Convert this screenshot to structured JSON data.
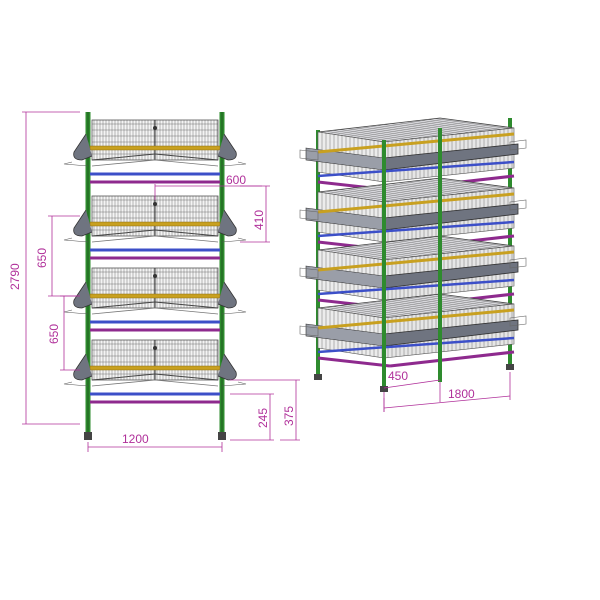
{
  "dimensions": {
    "total_height": "2790",
    "tier_spacing_upper": "650",
    "tier_spacing_lower": "650",
    "tray_width": "600",
    "tray_height": "410",
    "bottom_clearance": "245",
    "base_height": "375",
    "front_width": "1200",
    "depth": "450",
    "length": "1800"
  },
  "colors": {
    "frame": "#2e8b2e",
    "feeder": "#c8a020",
    "manure_belt": "#3c4fc8",
    "rail": "#8e2a8e",
    "dimension": "#b0309a",
    "mesh": "#555555",
    "trough": "#6f7480"
  }
}
